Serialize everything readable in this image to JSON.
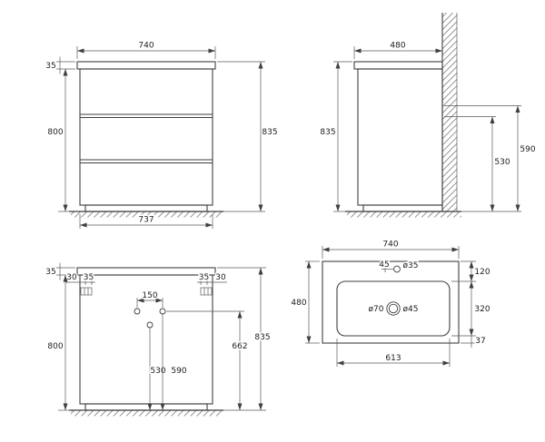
{
  "drawing": {
    "background_color": "#ffffff",
    "line_color": "#3f3f3f"
  },
  "front_view": {
    "width_top": "740",
    "counter_height": "35",
    "body_height": "800",
    "total_height": "835",
    "width_bottom": "737"
  },
  "side_view": {
    "depth": "480",
    "total_height": "835",
    "upper_connection_height": "590",
    "lower_connection_height": "530"
  },
  "back_view": {
    "counter_height": "35",
    "left_offset_outer": "30",
    "left_offset_inner": "35",
    "right_offset_inner": "35",
    "right_offset_outer": "30",
    "hole_spacing": "150",
    "body_height": "800",
    "hole_height_right": "662",
    "total_height": "835",
    "hole_height_a": "530",
    "hole_height_b": "590"
  },
  "top_view": {
    "width": "740",
    "faucet_offset": "45",
    "faucet_hole_dia": "ø35",
    "edge_to_bowl": "120",
    "depth": "480",
    "drain_outer_dia": "ø70",
    "drain_inner_dia": "ø45",
    "bowl_depth": "320",
    "bowl_to_edge": "37",
    "bowl_width": "613"
  }
}
